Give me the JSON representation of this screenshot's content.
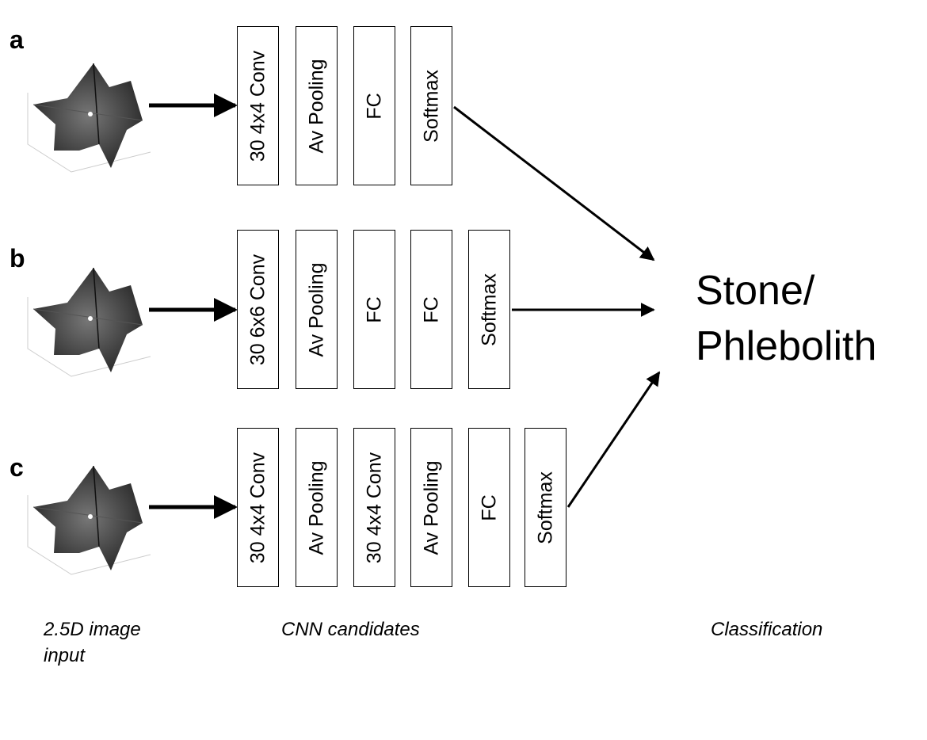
{
  "rows": [
    {
      "label": "a",
      "layers": [
        "30 4x4 Conv",
        "Av Pooling",
        "FC",
        "Softmax"
      ]
    },
    {
      "label": "b",
      "layers": [
        "30 6x6 Conv",
        "Av Pooling",
        "FC",
        "FC",
        "Softmax"
      ]
    },
    {
      "label": "c",
      "layers": [
        "30 4x4 Conv",
        "Av Pooling",
        "30 4x4 Conv",
        "Av Pooling",
        "FC",
        "Softmax"
      ]
    }
  ],
  "result": {
    "line1": "Stone/",
    "line2": "Phlebolith"
  },
  "captions": {
    "input_line1": "2.5D image",
    "input_line2": "input",
    "cnn": "CNN candidates",
    "classification": "Classification"
  }
}
